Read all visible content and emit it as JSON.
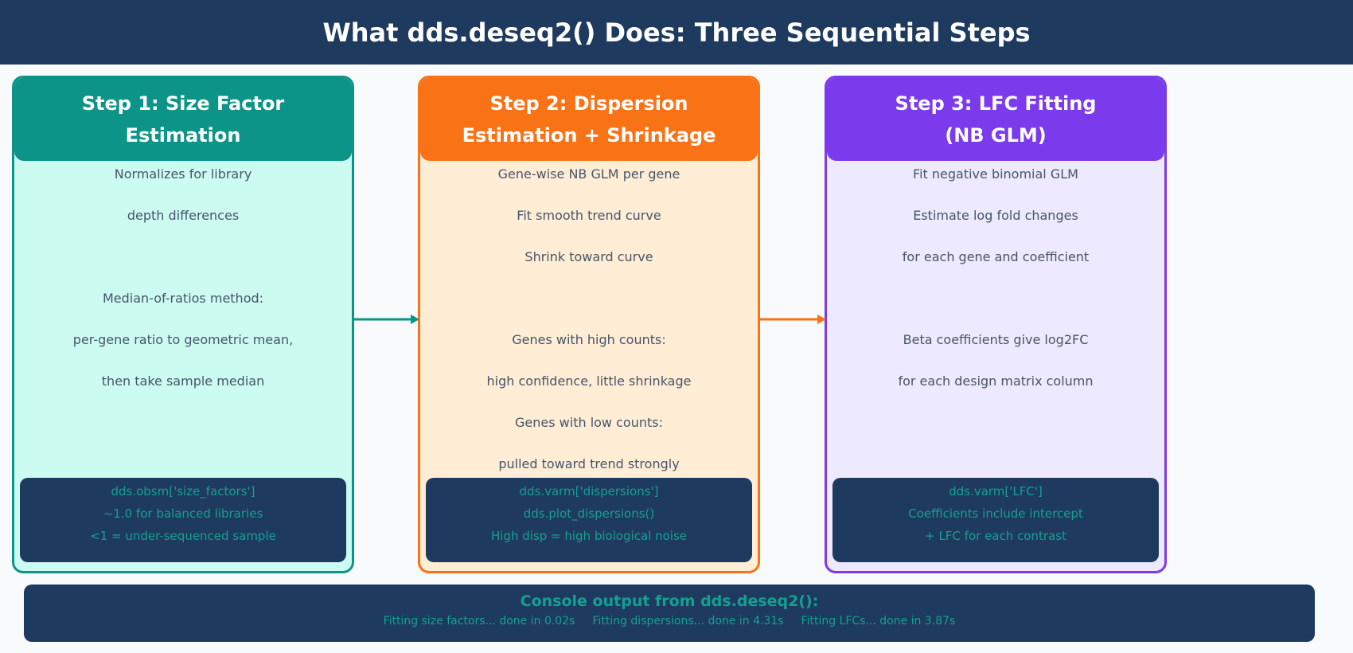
{
  "header": {
    "title": "What dds.deseq2() Does: Three Sequential Steps"
  },
  "steps": [
    {
      "title_lines": [
        "Step 1: Size Factor",
        "Estimation"
      ],
      "body_lines": [
        "Normalizes for library",
        "depth differences",
        "",
        "Median-of-ratios method:",
        "per-gene ratio to geometric mean,",
        "then take sample median"
      ],
      "code_lines": [
        "dds.obsm['size_factors']",
        "~1.0 for balanced libraries",
        "<1 = under-sequenced sample"
      ]
    },
    {
      "title_lines": [
        "Step 2: Dispersion",
        "Estimation + Shrinkage"
      ],
      "body_lines": [
        "Gene-wise NB GLM per gene",
        "Fit smooth trend curve",
        "Shrink toward curve",
        "",
        "Genes with high counts:",
        "high confidence, little shrinkage",
        "Genes with low counts:",
        "pulled toward trend strongly"
      ],
      "code_lines": [
        "dds.varm['dispersions']",
        "dds.plot_dispersions()",
        "High disp = high biological noise"
      ]
    },
    {
      "title_lines": [
        "Step 3: LFC Fitting",
        "(NB GLM)"
      ],
      "body_lines": [
        "Fit negative binomial GLM",
        "Estimate log fold changes",
        "for each gene and coefficient",
        "",
        "Beta coefficients give log2FC",
        "for each design matrix column"
      ],
      "code_lines": [
        "dds.varm['LFC']",
        "Coefficients include intercept",
        "+ LFC for each contrast"
      ]
    }
  ],
  "console": {
    "title": "Console output from dds.deseq2():",
    "lines": [
      "Fitting size factors... done in 0.02s",
      "Fitting dispersions... done in 4.31s",
      "Fitting LFCs... done in 3.87s"
    ]
  },
  "colors": {
    "header_bg": "#1e3a5f",
    "step1_accent": "#0d9488",
    "step1_bg": "#ccfbf1",
    "step2_accent": "#f97316",
    "step2_bg": "#ffedd5",
    "step3_accent": "#7c3aed",
    "step3_bg": "#ede9fe",
    "code_text": "#14a090",
    "body_text": "#475569"
  }
}
